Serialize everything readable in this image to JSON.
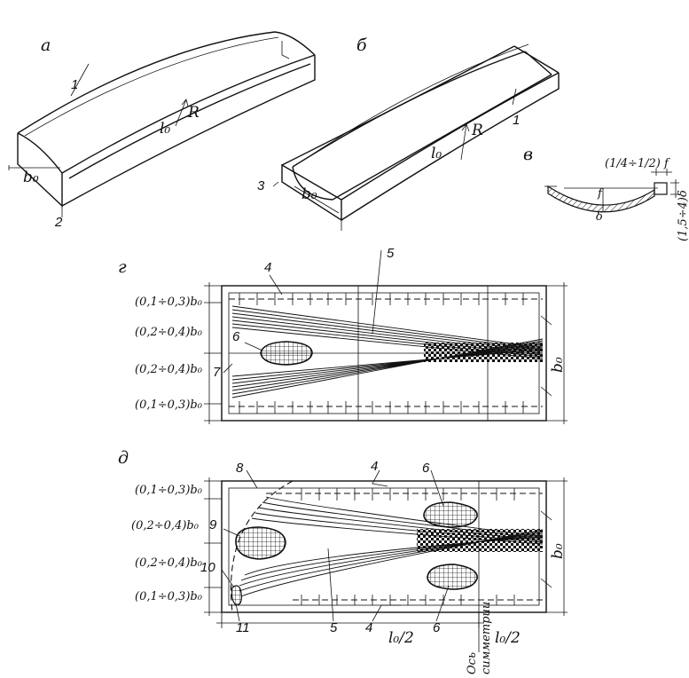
{
  "fig_a": {
    "letter": "а",
    "num_1": "1",
    "num_2": "2",
    "R": "R",
    "l0": "l₀",
    "b0": "b₀"
  },
  "fig_b": {
    "letter": "б",
    "num_1": "1",
    "num_3": "3",
    "R": "R",
    "l0": "l₀",
    "b0": "b₀"
  },
  "fig_v": {
    "letter": "в",
    "frac": "(1/4÷1/2) f",
    "f": "f",
    "delta": "δ",
    "side": "(1,5÷4)δ"
  },
  "fig_g": {
    "letter": "г",
    "labels": {
      "n4": "4",
      "n5": "5",
      "n6": "6",
      "n7": "7",
      "b0": "b₀"
    },
    "rows": [
      "(0,1÷0,3)b₀",
      "(0,2÷0,4)b₀",
      "(0,2÷0,4)b₀",
      "(0,1÷0,3)b₀"
    ]
  },
  "fig_d": {
    "letter": "д",
    "labels": {
      "n8": "8",
      "n4_top": "4",
      "n6_top": "6",
      "n9": "9",
      "n10": "10",
      "n11": "11",
      "n5": "5",
      "n4_bot": "4",
      "half_l0_left": "l₀/2",
      "n6_bot": "6",
      "half_l0_right": "l₀/2",
      "b0": "b₀",
      "axis_1": "Ось",
      "axis_2": "симметрии"
    },
    "rows": [
      "(0,1÷0,3)b₀",
      "(0,2÷0,4)b₀",
      "(0,2÷0,4)b₀",
      "(0,1÷0,3)b₀"
    ]
  }
}
